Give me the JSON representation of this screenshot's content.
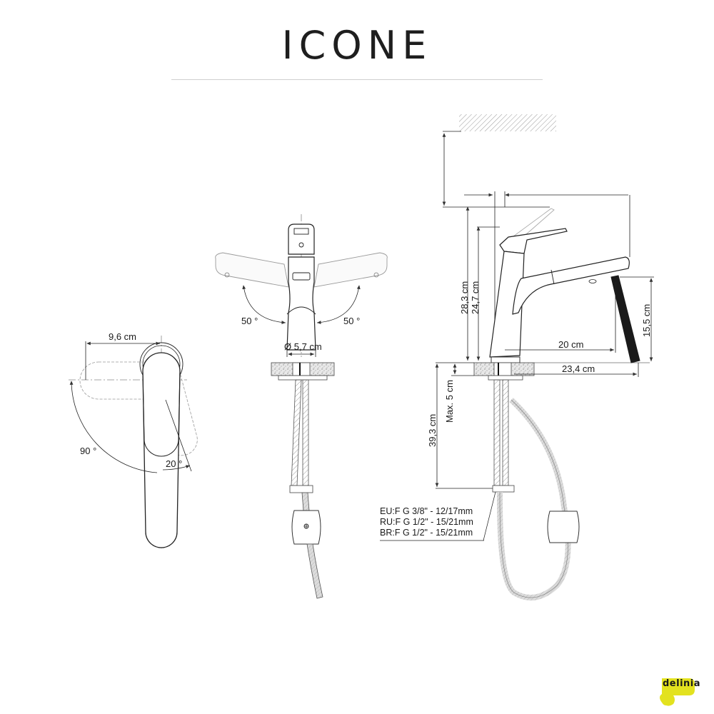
{
  "header": {
    "title": "ICONE"
  },
  "top_view": {
    "width_label": "9,6 cm",
    "swing_angle_label": "90 °",
    "tilt_angle_label": "20 °"
  },
  "front_view": {
    "left_rotation_label": "50 °",
    "right_rotation_label": "50 °",
    "diameter_label": "Ø 5,7 cm"
  },
  "side_view": {
    "total_height_label": "28,3 cm",
    "body_height_label": "24,7 cm",
    "spout_reach_label": "20 cm",
    "total_reach_label": "23,4 cm",
    "spout_height_label": "15,5 cm",
    "hose_length_label": "39,3 cm",
    "max_deck_label": "Max. 5 cm"
  },
  "connections": [
    "EU:F G 3/8\" - 12/17mm",
    "RU:F G 1/2\" - 15/21mm",
    "BR:F G 1/2\" - 15/21mm"
  ],
  "brand": {
    "name": "delinia",
    "color": "#e3e21f"
  }
}
